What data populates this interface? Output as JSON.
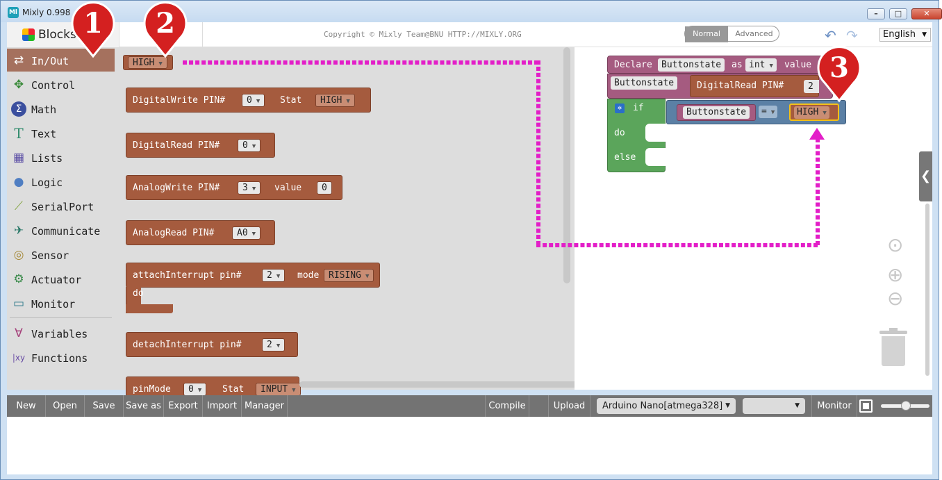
{
  "window": {
    "title": "Mixly 0.998",
    "app_icon": "Ml",
    "controls": [
      "–",
      "□",
      "✕"
    ]
  },
  "header": {
    "blocks_tab": "Blocks",
    "copyright": "Copyright © Mixly Team@BNU HTTP://MIXLY.ORG",
    "mode_normal": "Normal",
    "mode_advanced": "Advanced",
    "language": "English"
  },
  "sidebar": {
    "items": [
      {
        "label": "In/Out",
        "icon": "arrows-icon"
      },
      {
        "label": "Control",
        "icon": "gamepad-icon"
      },
      {
        "label": "Math",
        "icon": "math-icon"
      },
      {
        "label": "Text",
        "icon": "text-icon"
      },
      {
        "label": "Lists",
        "icon": "lists-icon"
      },
      {
        "label": "Logic",
        "icon": "bulb-icon"
      },
      {
        "label": "SerialPort",
        "icon": "usb-icon"
      },
      {
        "label": "Communicate",
        "icon": "satellite-icon"
      },
      {
        "label": "Sensor",
        "icon": "sensor-icon"
      },
      {
        "label": "Actuator",
        "icon": "motor-icon"
      },
      {
        "label": "Monitor",
        "icon": "monitor-icon"
      },
      {
        "label": "Variables",
        "icon": "variables-icon"
      },
      {
        "label": "Functions",
        "icon": "functions-icon"
      }
    ]
  },
  "flyout": {
    "high": "HIGH",
    "digitalwrite": {
      "label": "DigitalWrite PIN#",
      "pin": "0",
      "stat_label": "Stat",
      "stat": "HIGH"
    },
    "digitalread": {
      "label": "DigitalRead PIN#",
      "pin": "0"
    },
    "analogwrite": {
      "label": "AnalogWrite PIN#",
      "pin": "3",
      "value_label": "value",
      "value": "0"
    },
    "analogread": {
      "label": "AnalogRead PIN#",
      "pin": "A0"
    },
    "attach": {
      "label": "attachInterrupt pin#",
      "pin": "2",
      "mode_label": "mode",
      "mode": "RISING",
      "do": "do"
    },
    "detach": {
      "label": "detachInterrupt pin#",
      "pin": "2"
    },
    "pinmode": {
      "label": "pinMode",
      "pin": "0",
      "stat_label": "Stat",
      "stat": "INPUT"
    }
  },
  "workspace": {
    "declare": {
      "label": "Declare",
      "var": "Buttonstate",
      "as": "as",
      "type": "int",
      "value": "value"
    },
    "read": {
      "var": "Buttonstate",
      "label": "DigitalRead PIN#",
      "pin": "2"
    },
    "if_block": {
      "if": "if",
      "do": "do",
      "else": "else",
      "var": "Buttonstate",
      "op": "=",
      "const": "HIGH"
    }
  },
  "markers": [
    "1",
    "2",
    "3"
  ],
  "toolbar": {
    "new": "New",
    "open": "Open",
    "save": "Save",
    "save_as": "Save as",
    "export": "Export",
    "import": "Import",
    "manager": "Manager",
    "compile": "Compile",
    "upload": "Upload",
    "board": "Arduino Nano[atmega328]",
    "port": "",
    "monitor": "Monitor"
  },
  "colors": {
    "inout": "#a55b3e",
    "logic": "#5b80a5",
    "control": "#5ba55b",
    "variables": "#a55b80",
    "annotation": "#e31ec8"
  }
}
